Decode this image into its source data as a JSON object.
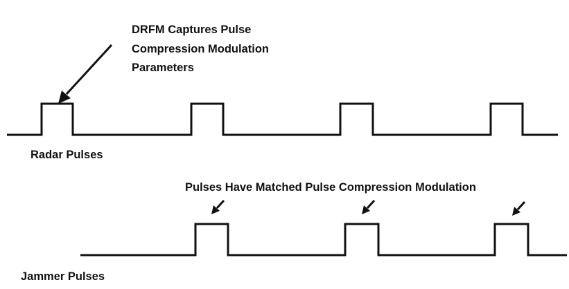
{
  "labels": {
    "drfm_line1": "DRFM Captures Pulse",
    "drfm_line2": "Compression Modulation",
    "drfm_line3": "Parameters",
    "radar_pulses": "Radar Pulses",
    "matched": "Pulses Have Matched Pulse Compression Modulation",
    "jammer_pulses": "Jammer Pulses"
  },
  "colors": {
    "ink": "#111111",
    "background": "#ffffff"
  },
  "radar_train": {
    "pulse_count": 4
  },
  "jammer_train": {
    "pulse_count": 3
  }
}
